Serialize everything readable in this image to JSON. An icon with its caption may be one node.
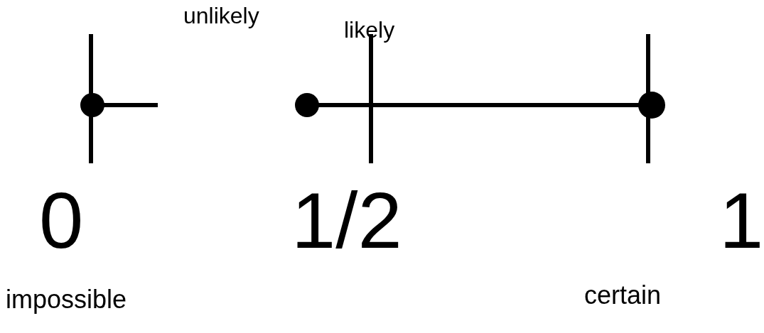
{
  "diagram": {
    "labels": [
      "unlikely",
      "likely",
      "0",
      "1/2",
      "1",
      "impossible",
      "certain"
    ]
  }
}
